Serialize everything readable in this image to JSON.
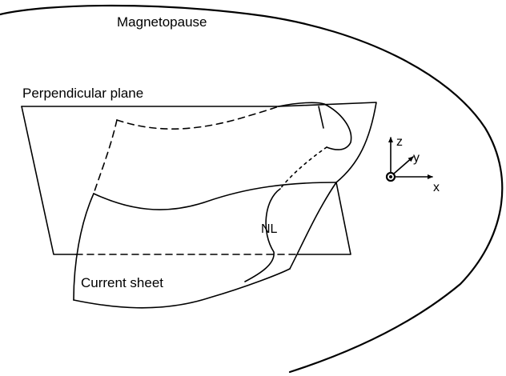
{
  "diagram": {
    "labels": {
      "magnetopause": "Magnetopause",
      "perpendicular_plane": "Perpendicular plane",
      "current_sheet": "Current sheet",
      "neutral_line": "NL"
    },
    "axes": {
      "x": "x",
      "y": "y",
      "z": "z"
    }
  }
}
